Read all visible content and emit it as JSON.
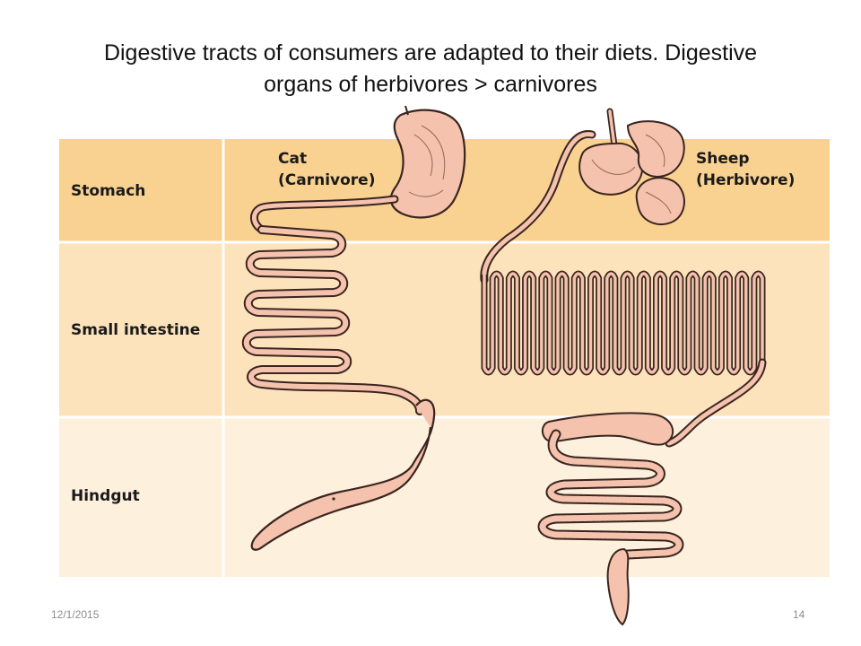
{
  "slide": {
    "title_line1": "Digestive tracts of consumers are adapted to their diets. Digestive",
    "title_line2": "organs of herbivores > carnivores",
    "date": "12/1/2015",
    "page_number": "14"
  },
  "diagram": {
    "rows": [
      {
        "label": "Stomach"
      },
      {
        "label": "Small intestine"
      },
      {
        "label": "Hindgut"
      }
    ],
    "animals": [
      {
        "name": "Cat",
        "diet": "(Carnivore)"
      },
      {
        "name": "Sheep",
        "diet": "(Herbivore)"
      }
    ],
    "colors": {
      "row_stomach": "#f8cf8a",
      "row_small_intestine": "#fbe2b8",
      "row_hindgut": "#fdf0da",
      "label_column_stomach": "#f7c880",
      "organ_fill": "#f4c2ad",
      "organ_outline": "#3a2520"
    }
  }
}
